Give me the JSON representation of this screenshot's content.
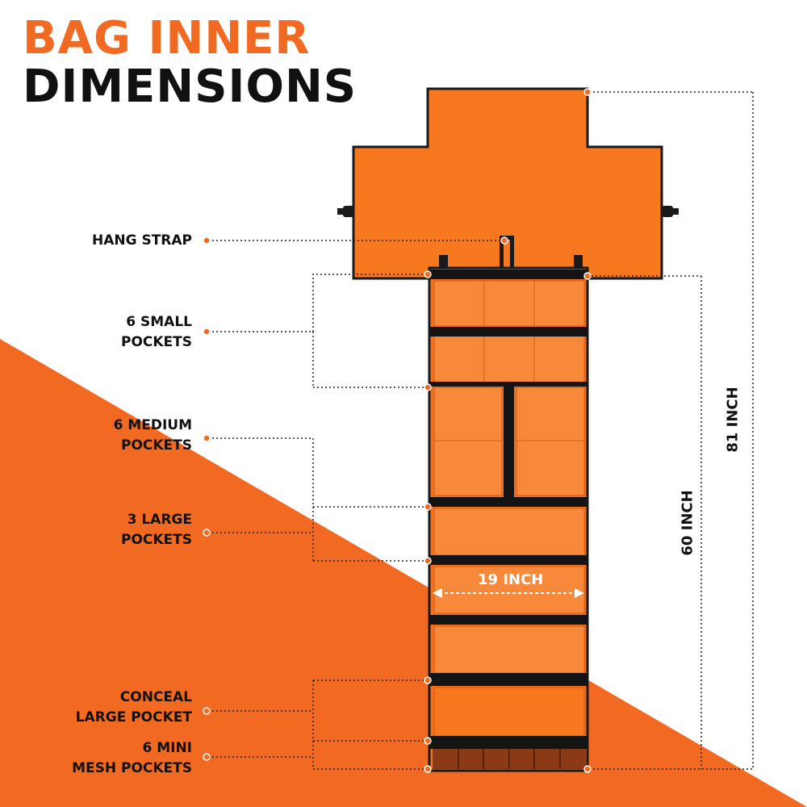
{
  "title": {
    "line1": "BAG INNER",
    "line2": "DIMENSIONS"
  },
  "labels": {
    "hang_strap": "HANG STRAP",
    "small_pockets": [
      "6 SMALL",
      "POCKETS"
    ],
    "medium_pockets": [
      "6 MEDIUM",
      "POCKETS"
    ],
    "large_pockets": [
      "3 LARGE",
      "POCKETS"
    ],
    "conceal_pocket": [
      "CONCEAL",
      "LARGE POCKET"
    ],
    "mesh_pockets": [
      "6 MINI",
      "MESH POCKETS"
    ]
  },
  "dimensions": {
    "width": "19 INCH",
    "pocket_panel_height": "60 INCH",
    "total_height": "81 INCH"
  },
  "colors": {
    "accent": "#f26a21",
    "bag_orange": "#f7781e",
    "zipper": "#141414",
    "text": "#111111"
  }
}
